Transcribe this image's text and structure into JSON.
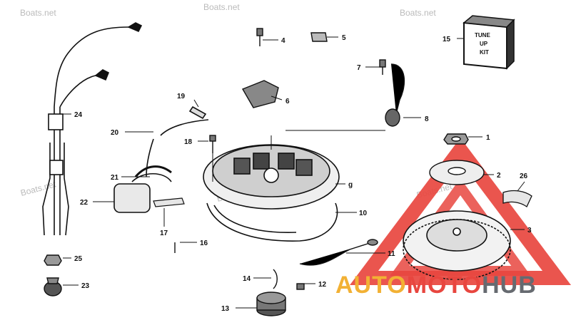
{
  "watermarks": [
    "Boats.net",
    "Boats.net",
    "Boats.net",
    "Boats.net",
    "Boats.net",
    "Boats.net"
  ],
  "callouts": [
    "1",
    "2",
    "3",
    "4",
    "5",
    "6",
    "7",
    "8",
    "g",
    "10",
    "11",
    "12",
    "13",
    "14",
    "15",
    "16",
    "17",
    "18",
    "19",
    "20",
    "21",
    "22",
    "23",
    "24",
    "25",
    "26"
  ],
  "tune_up_kit": [
    "TUNE",
    "UP",
    "KIT"
  ],
  "logo": {
    "part1": "AUTO",
    "part2": "MOTO",
    "part3": "HUB"
  },
  "colors": {
    "logo_yellow": "#f2b134",
    "logo_red": "#e8463f",
    "logo_gray": "#666a70"
  }
}
